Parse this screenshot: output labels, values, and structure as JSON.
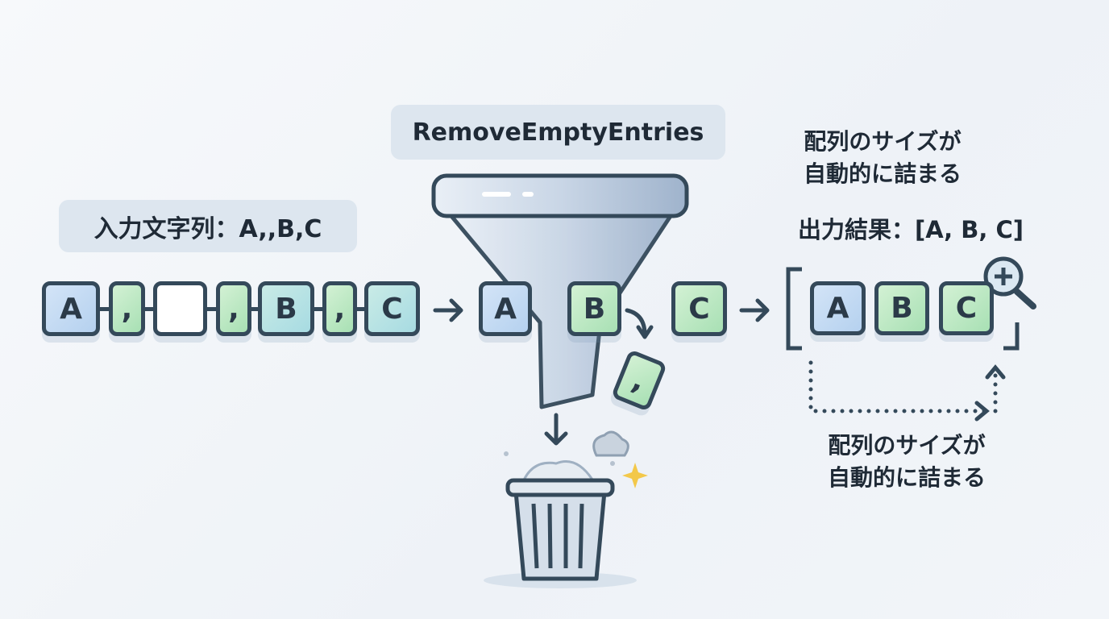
{
  "filter_label": "RemoveEmptyEntries",
  "input_label": "入力文字列：A,,B,C",
  "output_label": "出力結果：[A, B, C]",
  "note_top": [
    "配列のサイズが",
    "自動的に詰まる"
  ],
  "note_bottom": [
    "配列のサイズが",
    "自動的に詰まる"
  ],
  "input_tokens": [
    "A",
    ",",
    "",
    ",",
    "B",
    ",",
    "C"
  ],
  "middle_tokens": [
    "A",
    "B",
    "C"
  ],
  "falling_token": ",",
  "output_tokens": [
    "A",
    "B",
    "C"
  ]
}
